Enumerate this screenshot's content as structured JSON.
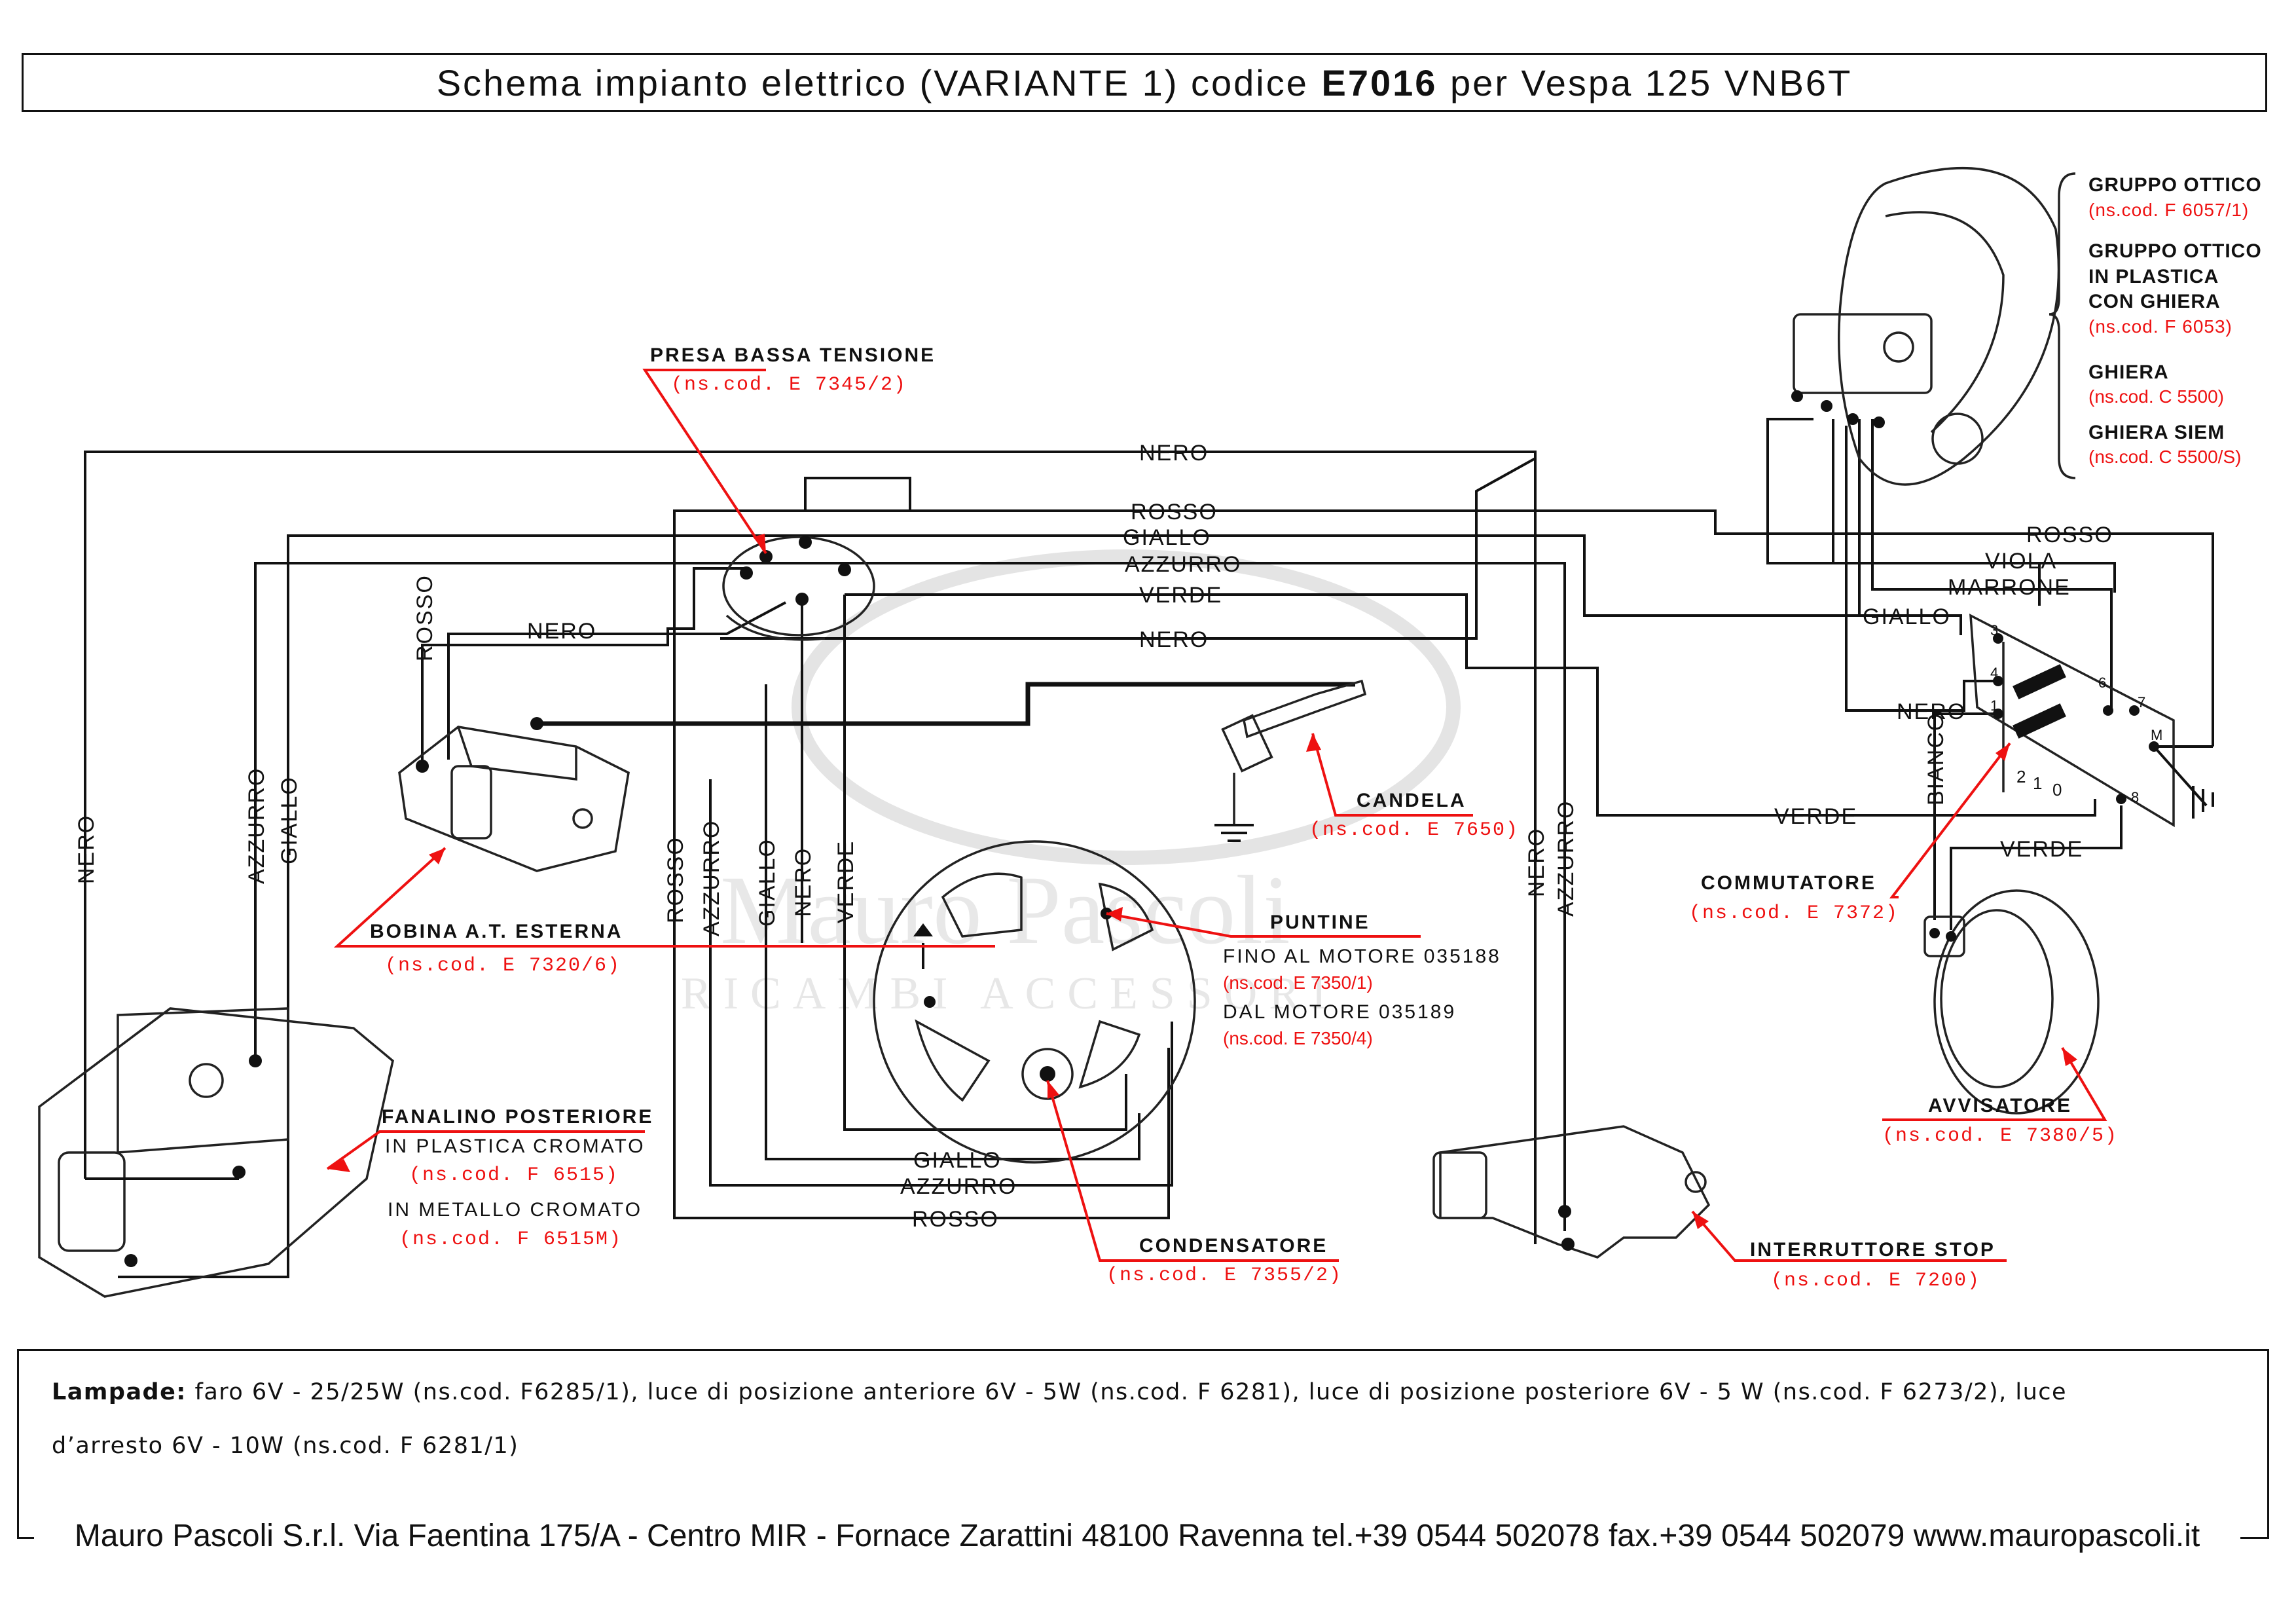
{
  "title": {
    "prefix": "Schema impianto elettrico (VARIANTE 1) codice",
    "code": "E7016",
    "suffix": "per Vespa 125 VNB6T"
  },
  "watermark": {
    "brand": "Mauro Pascoli",
    "tagline": "RICAMBI ACCESSORI"
  },
  "wire_labels": {
    "nero": "NERO",
    "rosso": "ROSSO",
    "giallo": "GIALLO",
    "azzurro": "AZZURRO",
    "verde": "VERDE",
    "viola": "VIOLA",
    "marrone": "MARRONE",
    "bianco": "BIANCO"
  },
  "components": {
    "presa": {
      "name": "PRESA BASSA TENSIONE",
      "code": "(ns.cod. E 7345/2)"
    },
    "bobina": {
      "name": "BOBINA A.T. ESTERNA",
      "code": "(ns.cod. E 7320/6)"
    },
    "candela": {
      "name": "CANDELA",
      "code": "(ns.cod. E 7650)"
    },
    "puntine": {
      "name": "PUNTINE",
      "line1": "FINO AL MOTORE 035188",
      "code1": "(ns.cod. E 7350/1)",
      "line2": "DAL MOTORE 035189",
      "code2": "(ns.cod. E 7350/4)"
    },
    "fanalino": {
      "name1": "FANALINO POSTERIORE",
      "name2": "IN PLASTICA CROMATO",
      "code1": "(ns.cod. F 6515)",
      "name3": "IN METALLO CROMATO",
      "code2": "(ns.cod. F 6515M)"
    },
    "condensatore": {
      "name": "CONDENSATORE",
      "code": "(ns.cod. E 7355/2)"
    },
    "interruttore": {
      "name": "INTERRUTTORE STOP",
      "code": "(ns.cod. E 7200)"
    },
    "commutatore": {
      "name": "COMMUTATORE",
      "code": "(ns.cod. E 7372)"
    },
    "avvisatore": {
      "name": "AVVISATORE",
      "code": "(ns.cod. E 7380/5)"
    },
    "gruppo": {
      "name1": "GRUPPO OTTICO",
      "code1": "(ns.cod. F 6057/1)",
      "name2a": "GRUPPO OTTICO",
      "name2b": "IN  PLASTICA",
      "name2c": "CON  GHIERA",
      "code2": "(ns.cod. F 6053)",
      "name3": "GHIERA",
      "code3": "(ns.cod. C 5500)",
      "name4": "GHIERA SIEM",
      "code4": "(ns.cod. C 5500/S)"
    }
  },
  "terminals": [
    "3",
    "4",
    "1",
    "6",
    "7",
    "M",
    "8",
    "2",
    "1",
    "0"
  ],
  "lamps": {
    "label": "Lampade:",
    "line1": "faro 6V - 25/25W (ns.cod. F6285/1), luce di posizione anteriore 6V - 5W (ns.cod. F 6281), luce di posizione posteriore 6V - 5 W (ns.cod. F 6273/2),  luce",
    "line2": "d’arresto 6V - 10W (ns.cod. F 6281/1)"
  },
  "footer": "Mauro Pascoli S.r.l. Via Faentina 175/A - Centro MIR - Fornace Zarattini 48100 Ravenna tel.+39 0544 502078 fax.+39 0544 502079 www.mauropascoli.it",
  "colors": {
    "wire": "#111111",
    "callout": "#e11111",
    "watermark": "#dddddd"
  }
}
